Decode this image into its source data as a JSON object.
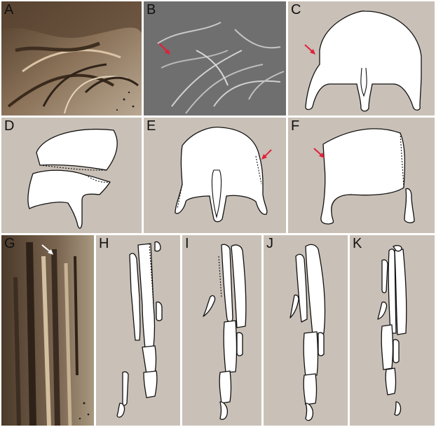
{
  "colors": {
    "panel_bg": "#c9c0b7",
    "photo_bg": "#6e5a44",
    "ct_bg": "#6f6f6f",
    "arrow_red": "#e0203a",
    "arrow_white": "#ffffff",
    "bone_fill": "#ffffff",
    "outline": "#111111"
  },
  "panels": [
    {
      "label": "A",
      "kind": "photograph"
    },
    {
      "label": "B",
      "kind": "ct-scan"
    },
    {
      "label": "C",
      "kind": "drawing"
    },
    {
      "label": "D",
      "kind": "drawing"
    },
    {
      "label": "E",
      "kind": "drawing"
    },
    {
      "label": "F",
      "kind": "drawing"
    },
    {
      "label": "G",
      "kind": "photograph"
    },
    {
      "label": "H",
      "kind": "drawing"
    },
    {
      "label": "I",
      "kind": "drawing"
    },
    {
      "label": "J",
      "kind": "drawing"
    },
    {
      "label": "K",
      "kind": "drawing"
    }
  ]
}
